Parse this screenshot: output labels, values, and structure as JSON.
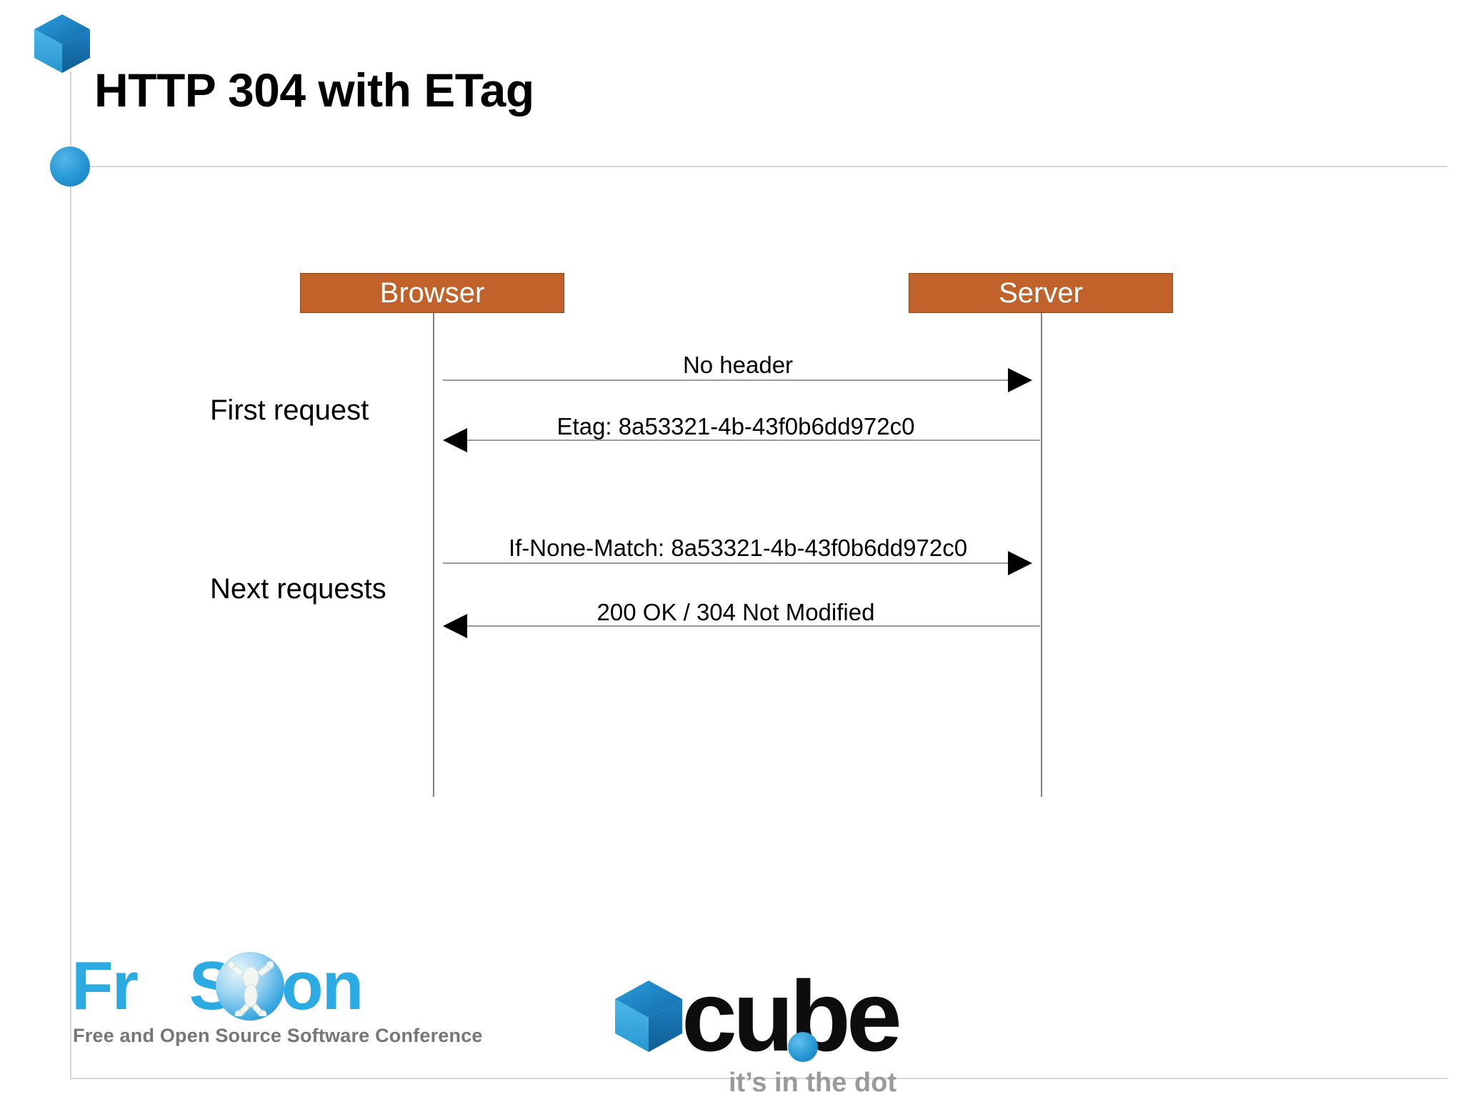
{
  "slide": {
    "title": "HTTP 304 with ETag",
    "background_color": "#ffffff",
    "accent_color": "#c1622b",
    "brand_blue": "#2babe2"
  },
  "diagram": {
    "type": "sequence",
    "actors": [
      {
        "name": "browser",
        "label": "Browser"
      },
      {
        "name": "server",
        "label": "Server"
      }
    ],
    "phases": [
      {
        "name": "first-request",
        "label": "First request"
      },
      {
        "name": "next-requests",
        "label": "Next requests"
      }
    ],
    "messages": [
      {
        "label": "No header",
        "from": "browser",
        "to": "server",
        "direction": "right"
      },
      {
        "label": "Etag: 8a53321-4b-43f0b6dd972c0",
        "from": "server",
        "to": "browser",
        "direction": "left"
      },
      {
        "label": "If-None-Match: 8a53321-4b-43f0b6dd972c0",
        "from": "browser",
        "to": "server",
        "direction": "right"
      },
      {
        "label": "200 OK / 304 Not Modified",
        "from": "server",
        "to": "browser",
        "direction": "left"
      }
    ]
  },
  "logos": {
    "froscon": {
      "wordmark": "FrOSCon",
      "wordmark_pre": "Fr",
      "wordmark_post": "SCon",
      "tagline": "Free and Open Source Software Conference"
    },
    "cube": {
      "wordmark": "cube",
      "tagline": "it’s in the dot"
    }
  }
}
